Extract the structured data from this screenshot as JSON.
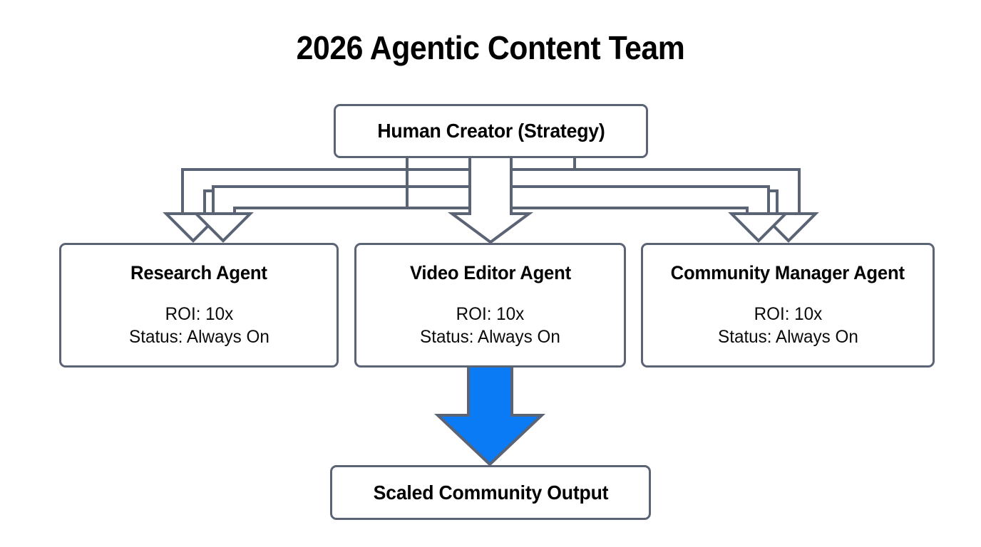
{
  "diagram": {
    "title": "2026 Agentic Content Team",
    "colors": {
      "node_border": "#5a6475",
      "node_fill": "#ffffff",
      "connector_stroke": "#5a6475",
      "connector_fill": "#ffffff",
      "highlight_arrow_fill": "#0b7bf5",
      "highlight_arrow_stroke": "#5a6475",
      "background": "#ffffff",
      "text": "#000000"
    },
    "root": {
      "label": "Human Creator (Strategy)"
    },
    "agents": [
      {
        "label": "Research Agent",
        "roi": "ROI: 10x",
        "status": "Status: Always On"
      },
      {
        "label": "Video Editor Agent",
        "roi": "ROI: 10x",
        "status": "Status: Always On"
      },
      {
        "label": "Community Manager Agent",
        "roi": "ROI: 10x",
        "status": "Status: Always On"
      }
    ],
    "output": {
      "label": "Scaled Community Output"
    },
    "connectors": [
      {
        "name": "root-to-research",
        "style": "outline-elbow-arrow",
        "direction": "down-left"
      },
      {
        "name": "root-to-video",
        "style": "outline-straight-arrow",
        "direction": "down"
      },
      {
        "name": "root-to-community",
        "style": "outline-elbow-arrow",
        "direction": "down-right"
      },
      {
        "name": "video-to-output",
        "style": "filled-straight-arrow",
        "direction": "down"
      }
    ]
  }
}
